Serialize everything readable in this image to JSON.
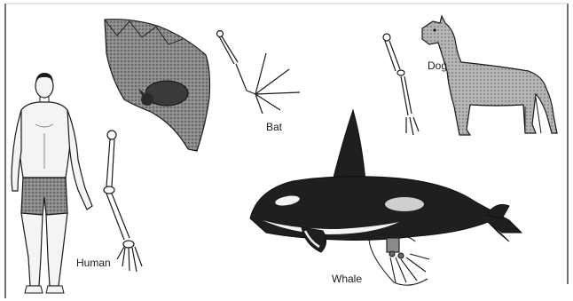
{
  "labels": {
    "bat": "Bat",
    "dog": "Dog",
    "human": "Human",
    "whale": "Whale"
  },
  "palette": {
    "ink": "#1a1a1a",
    "fur": "#6d6d6d",
    "dark": "#222222",
    "paper": "#ffffff",
    "border": "#444444"
  }
}
